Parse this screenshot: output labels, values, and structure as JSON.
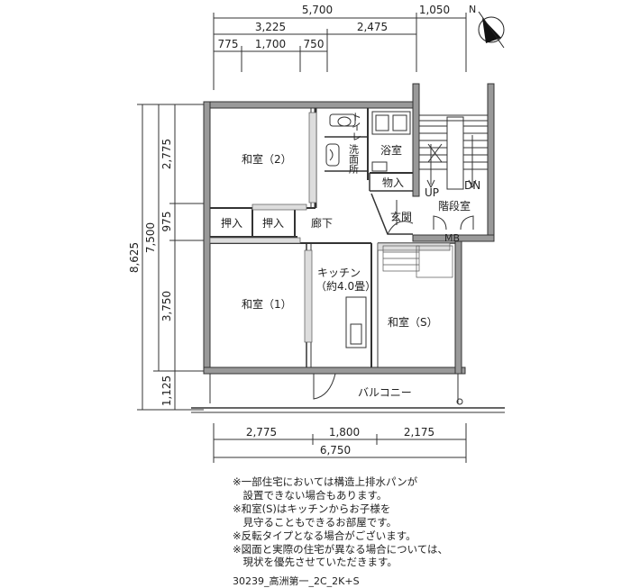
{
  "dimensions": {
    "top_total": "5,700",
    "top_right": "1,050",
    "top_mid_left": "3,225",
    "top_mid_right": "2,475",
    "top_small_1": "775",
    "top_small_2": "1,700",
    "top_small_3": "750",
    "left_total": "8,625",
    "left_7500": "7,500",
    "left_2775": "2,775",
    "left_975": "975",
    "left_3750": "3,750",
    "left_1125": "1,125",
    "bottom_1": "2,775",
    "bottom_2": "1,800",
    "bottom_3": "2,175",
    "bottom_total": "6,750"
  },
  "rooms": {
    "washitsu_2": "和室（2）",
    "washitsu_1": "和室（1）",
    "washitsu_s": "和室（S）",
    "oshiire_1": "押入",
    "oshiire_2": "押入",
    "oshiire_3": "物入",
    "rouka": "廊下",
    "kitchen": "キッチン",
    "kitchen_size": "（約4.0畳）",
    "toilet": "トイレ",
    "senmen": "洗面所",
    "yokushitsu": "浴室",
    "genkan": "玄関",
    "kaidanshitsu": "階段室",
    "balcony": "バルコニー",
    "up": "UP",
    "dn": "DN",
    "mb": "MB"
  },
  "compass": "N",
  "notes": [
    "※一部住宅においては構造上排水パンが",
    "　設置できない場合もあります。",
    "※和室(S)はキッチンからお子様を",
    "　見守ることもできるお部屋です。",
    "※反転タイプとなる場合がございます。",
    "※図面と実際の住宅が異なる場合については、",
    "　現状を優先させていただきます。"
  ],
  "caption": "30239_高洲第一_2C_2K+S"
}
